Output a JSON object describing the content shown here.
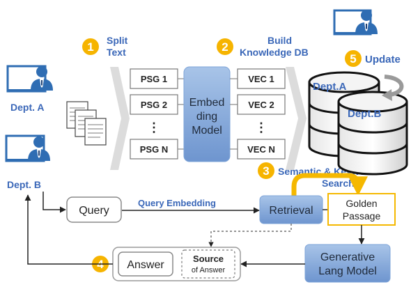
{
  "departments": {
    "a_label": "Dept. A",
    "b_label": "Dept. B"
  },
  "steps": [
    {
      "number": "1",
      "label_line1": "Split",
      "label_line2": "Text"
    },
    {
      "number": "2",
      "label_line1": "Build",
      "label_line2": "Knowledge DB"
    },
    {
      "number": "3",
      "label_line1": "Semantic & Keyword",
      "label_line2": "Search"
    },
    {
      "number": "4"
    },
    {
      "number": "5",
      "label_line1": "Update"
    }
  ],
  "passages": [
    "PSG 1",
    "PSG 2",
    "⋮",
    "PSG N"
  ],
  "vectors": [
    "VEC 1",
    "VEC 2",
    "⋮",
    "VEC N"
  ],
  "embedding_model": {
    "line1": "Embed",
    "line2": "ding",
    "line3": "Model"
  },
  "databases": {
    "db_a": "Dept.A",
    "db_b": "Dept.B"
  },
  "query": "Query",
  "query_embedding": "Query Embedding",
  "retrieval": "Retrieval",
  "golden_passage": {
    "line1": "Golden",
    "line2": "Passage"
  },
  "generative_model": {
    "line1": "Generative",
    "line2": "Lang Model"
  },
  "answer": "Answer",
  "source": {
    "line1": "Source",
    "line2": "of Answer"
  },
  "colors": {
    "step_label": "#3a67b8",
    "step_circle": "#f6b400",
    "dept_label": "#3a67b8",
    "box_blue": "#7ea4d8",
    "golden_border": "#f5b800",
    "person": "#2f6db3"
  }
}
